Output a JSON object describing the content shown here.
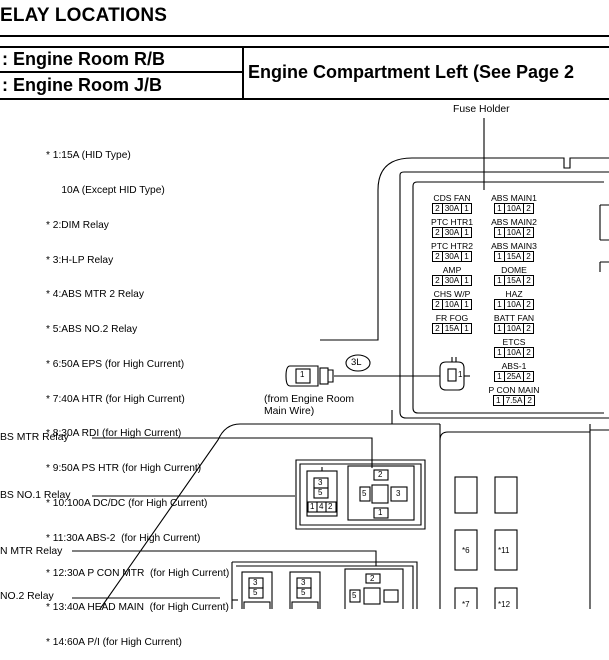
{
  "header": {
    "title": "ELAY LOCATIONS",
    "row1": ": Engine Room R/B",
    "row2": ": Engine Room J/B",
    "right": "Engine Compartment Left (See Page 2"
  },
  "fuse_holder_label": "Fuse Holder",
  "notes": [
    "* 1:15A (HID Type)",
    "    10A (Except HID Type)",
    "* 2:DIM Relay",
    "* 3:H-LP Relay",
    "* 4:ABS MTR 2 Relay",
    "* 5:ABS NO.2 Relay",
    "* 6:50A EPS (for High Current)",
    "* 7:40A HTR (for High Current)",
    "* 8:30A RDI (for High Current)",
    "* 9:50A PS HTR (for High Current)",
    "* 10:100A DC/DC (for High Current)",
    "* 11:30A ABS-2  (for High Current)",
    "* 12:30A P CON MTR  (for High Current)",
    "* 13:40A HEAD MAIN  (for High Current)",
    "* 14:60A P/I (for High Current)"
  ],
  "fuses": [
    {
      "name": "CDS FAN",
      "left": "2",
      "amp": "30A",
      "right": "1"
    },
    {
      "name": "ABS MAIN1",
      "left": "1",
      "amp": "10A",
      "right": "2"
    },
    {
      "name": "PTC HTR1",
      "left": "2",
      "amp": "30A",
      "right": "1"
    },
    {
      "name": "ABS MAIN2",
      "left": "1",
      "amp": "10A",
      "right": "2"
    },
    {
      "name": "PTC HTR2",
      "left": "2",
      "amp": "30A",
      "right": "1"
    },
    {
      "name": "ABS MAIN3",
      "left": "1",
      "amp": "15A",
      "right": "2"
    },
    {
      "name": "AMP",
      "left": "2",
      "amp": "30A",
      "right": "1"
    },
    {
      "name": "DOME",
      "left": "1",
      "amp": "15A",
      "right": "2"
    },
    {
      "name": "CHS W/P",
      "left": "2",
      "amp": "10A",
      "right": "1"
    },
    {
      "name": "HAZ",
      "left": "1",
      "amp": "10A",
      "right": "2"
    },
    {
      "name": "FR FOG",
      "left": "2",
      "amp": "15A",
      "right": "1"
    },
    {
      "name": "BATT FAN",
      "left": "1",
      "amp": "10A",
      "right": "2"
    },
    {
      "name": "ETCS",
      "left": "1",
      "amp": "10A",
      "right": "2"
    },
    {
      "name": "ABS-1",
      "left": "1",
      "amp": "25A",
      "right": "2"
    },
    {
      "name": "P CON MAIN",
      "left": "1",
      "amp": "7.5A",
      "right": "2"
    }
  ],
  "connector": {
    "id": "3L",
    "pin_left": "1",
    "pin_right": "1"
  },
  "wire_note": [
    "(from Engine Room",
    "Main Wire)"
  ],
  "relays": {
    "abs_mtr": "BS MTR Relay",
    "abs_no1": "BS NO.1 Relay",
    "n_mtr": "N MTR Relay",
    "no2": "NO.2 Relay"
  },
  "relay_pins": {
    "small_top": "3",
    "small_mid": "5",
    "small_bot": "1",
    "small_b2": "4",
    "small_b3": "2",
    "big_top": "2",
    "big_left": "5",
    "big_right": "3",
    "big_bot": "1"
  },
  "slots": {
    "s6": "*6",
    "s11": "*11",
    "s7": "*7",
    "s12": "*12"
  }
}
